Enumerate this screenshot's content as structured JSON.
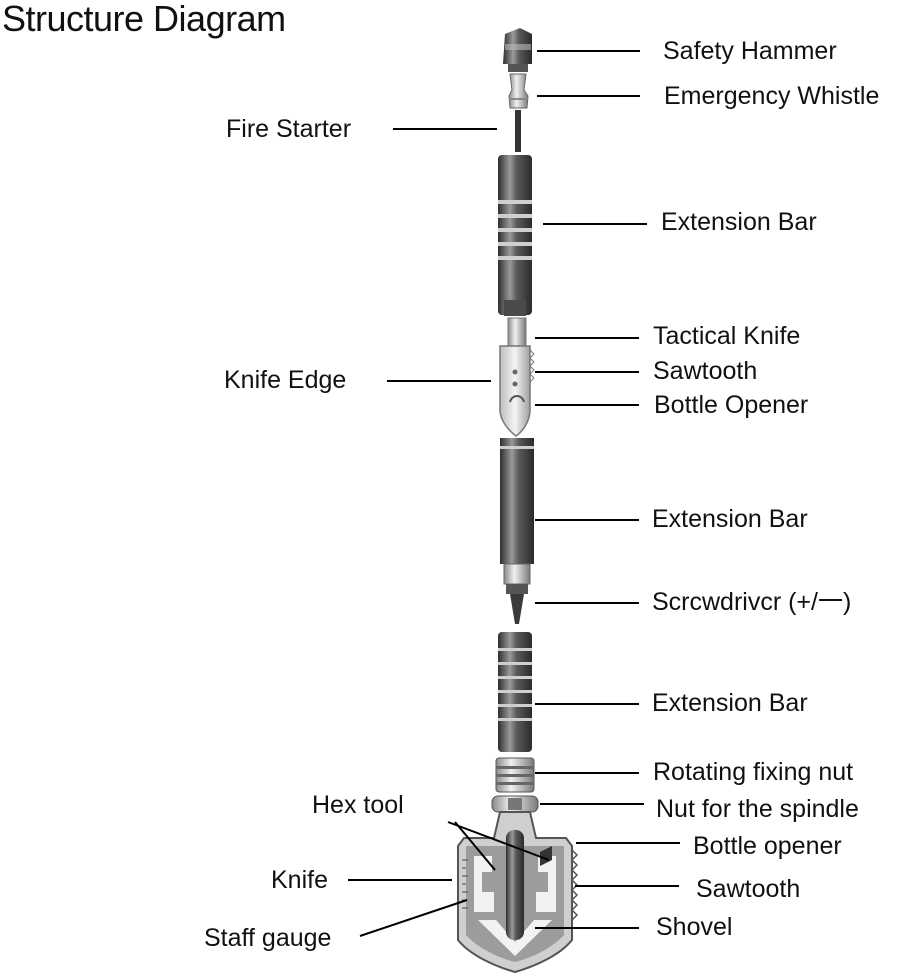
{
  "title": "Structure Diagram",
  "labels": {
    "safety_hammer": "Safety Hammer",
    "emergency_whistle": "Emergency Whistle",
    "fire_starter": "Fire Starter",
    "extension_bar_1": "Extension Bar",
    "tactical_knife": "Tactical Knife",
    "sawtooth_1": "Sawtooth",
    "knife_edge": "Knife Edge",
    "bottle_opener_1": "Bottle Opener",
    "extension_bar_2": "Extension Bar",
    "screwdriver": "Scrcwdrivcr (+/一)",
    "extension_bar_3": "Extension Bar",
    "rotating_fixing_nut": "Rotating fixing nut",
    "hex_tool": "Hex tool",
    "nut_for_spindle": "Nut for the spindle",
    "bottle_opener_2": "Bottle opener",
    "knife": "Knife",
    "sawtooth_2": "Sawtooth",
    "staff_gauge": "Staff gauge",
    "shovel": "Shovel"
  },
  "colors": {
    "metal_dark": "#3d3d3d",
    "metal_mid": "#7a7a7a",
    "metal_light": "#d9d9d9",
    "leader_line": "#000000"
  }
}
